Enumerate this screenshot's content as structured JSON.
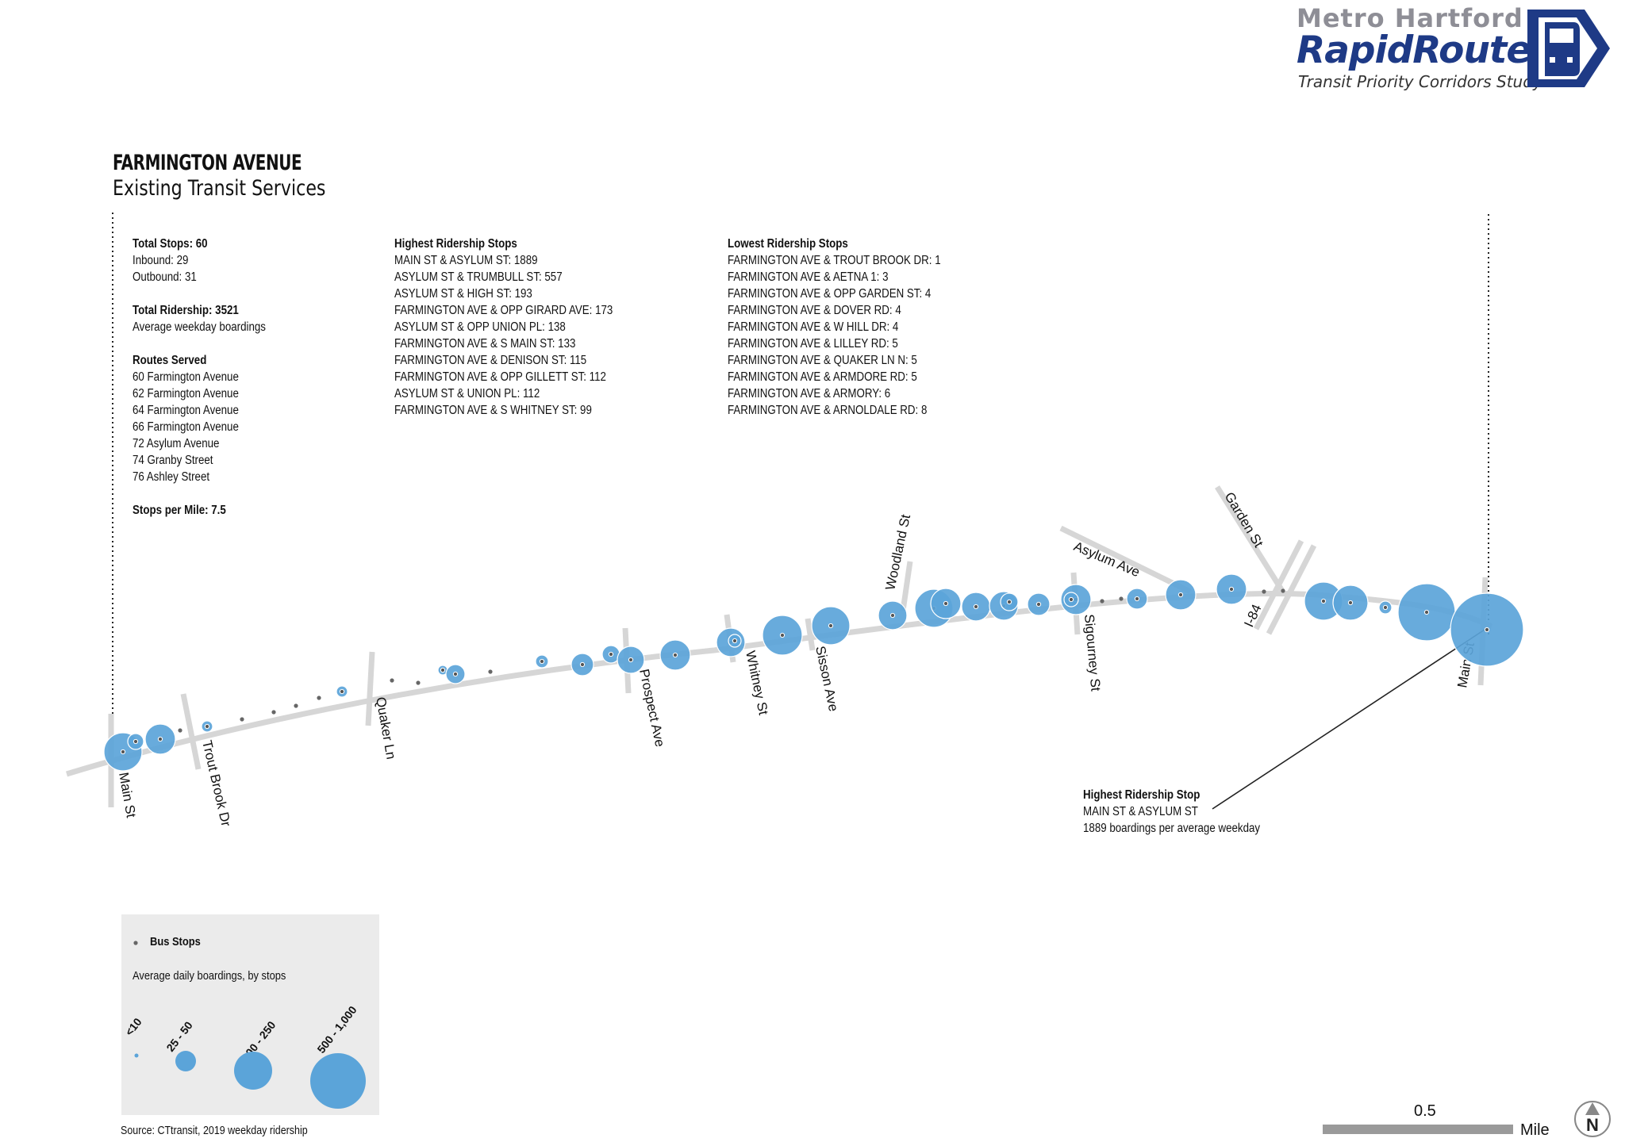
{
  "logo": {
    "line1": "Metro Hartford",
    "line2": "RapidRoutes",
    "line3": "Transit Priority Corridors Study"
  },
  "title": "FARMINGTON AVENUE",
  "subtitle": "Existing Transit Services",
  "summary": {
    "total_stops": "Total Stops: 60",
    "inbound": "Inbound: 29",
    "outbound": "Outbound: 31",
    "total_ridership": "Total Ridership: 3521",
    "ridership_note": "Average weekday boardings",
    "routes_heading": "Routes Served",
    "routes": [
      "60 Farmington Avenue",
      "62 Farmington Avenue",
      "64 Farmington Avenue",
      "66 Farmington Avenue",
      "72 Asylum Avenue",
      "74 Granby Street",
      "76 Ashley Street"
    ],
    "stops_per_mile": "Stops per Mile: 7.5"
  },
  "highest": {
    "heading": "Highest Ridership Stops",
    "items": [
      "MAIN ST & ASYLUM ST: 1889",
      "ASYLUM ST & TRUMBULL ST: 557",
      "ASYLUM ST & HIGH ST: 193",
      "FARMINGTON AVE & OPP GIRARD AVE: 173",
      "ASYLUM ST & OPP UNION PL: 138",
      "FARMINGTON AVE & S MAIN ST: 133",
      "FARMINGTON AVE & DENISON ST: 115",
      "FARMINGTON AVE & OPP GILLETT ST: 112",
      "ASYLUM ST & UNION PL: 112",
      "FARMINGTON AVE & S WHITNEY ST: 99"
    ]
  },
  "lowest": {
    "heading": "Lowest Ridership Stops",
    "items": [
      "FARMINGTON AVE & TROUT BROOK DR: 1",
      "FARMINGTON AVE & AETNA 1: 3",
      "FARMINGTON AVE & OPP GARDEN ST: 4",
      "FARMINGTON AVE & DOVER RD: 4",
      "FARMINGTON AVE & W HILL DR: 4",
      "FARMINGTON AVE & LILLEY RD: 5",
      "FARMINGTON AVE & QUAKER LN N: 5",
      "FARMINGTON AVE & ARMDORE RD: 5",
      "FARMINGTON AVE & ARMORY: 6",
      "FARMINGTON AVE & ARNOLDALE RD: 8"
    ]
  },
  "streets": {
    "main_west": "Main St",
    "trout_brook": "Trout Brook Dr",
    "quaker": "Quaker Ln",
    "prospect": "Prospect Ave",
    "whitney": "Whitney St",
    "sisson": "Sisson Ave",
    "woodland": "Woodland St",
    "sigourney": "Sigourney St",
    "asylum": "Asylum Ave",
    "garden": "Garden St",
    "i84": "I-84",
    "main_east": "Main St"
  },
  "callout": {
    "heading": "Highest Ridership Stop",
    "stop": "MAIN ST & ASYLUM ST",
    "value": "1889 boardings per average weekday"
  },
  "legend": {
    "bus_stops": "Bus Stops",
    "boardings_title": "Average daily boardings, by stops",
    "classes": [
      "<10",
      "25 - 50",
      "100 - 250",
      "500 - 1,000"
    ]
  },
  "source": "Source: CTtransit, 2019 weekday ridership",
  "scale": {
    "value": "0.5",
    "unit": "Mile"
  },
  "north": "N",
  "colors": {
    "bubble": "#5ba4d9",
    "road": "#d6d6d6",
    "brand": "#1e3a86"
  }
}
